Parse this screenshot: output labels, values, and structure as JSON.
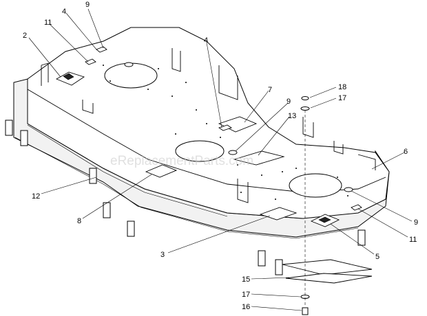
{
  "watermark": "eReplacementParts.com",
  "callouts": [
    "9",
    "4",
    "11",
    "2",
    "4",
    "7",
    "9",
    "13",
    "18",
    "17",
    "6",
    "12",
    "8",
    "3",
    "9",
    "11",
    "5",
    "15",
    "17",
    "16"
  ],
  "part_icons": [
    "mower-deck-diagram",
    "blade-icon",
    "bolt-icon",
    "washer-icon",
    "nut-icon",
    "decal-icon"
  ]
}
